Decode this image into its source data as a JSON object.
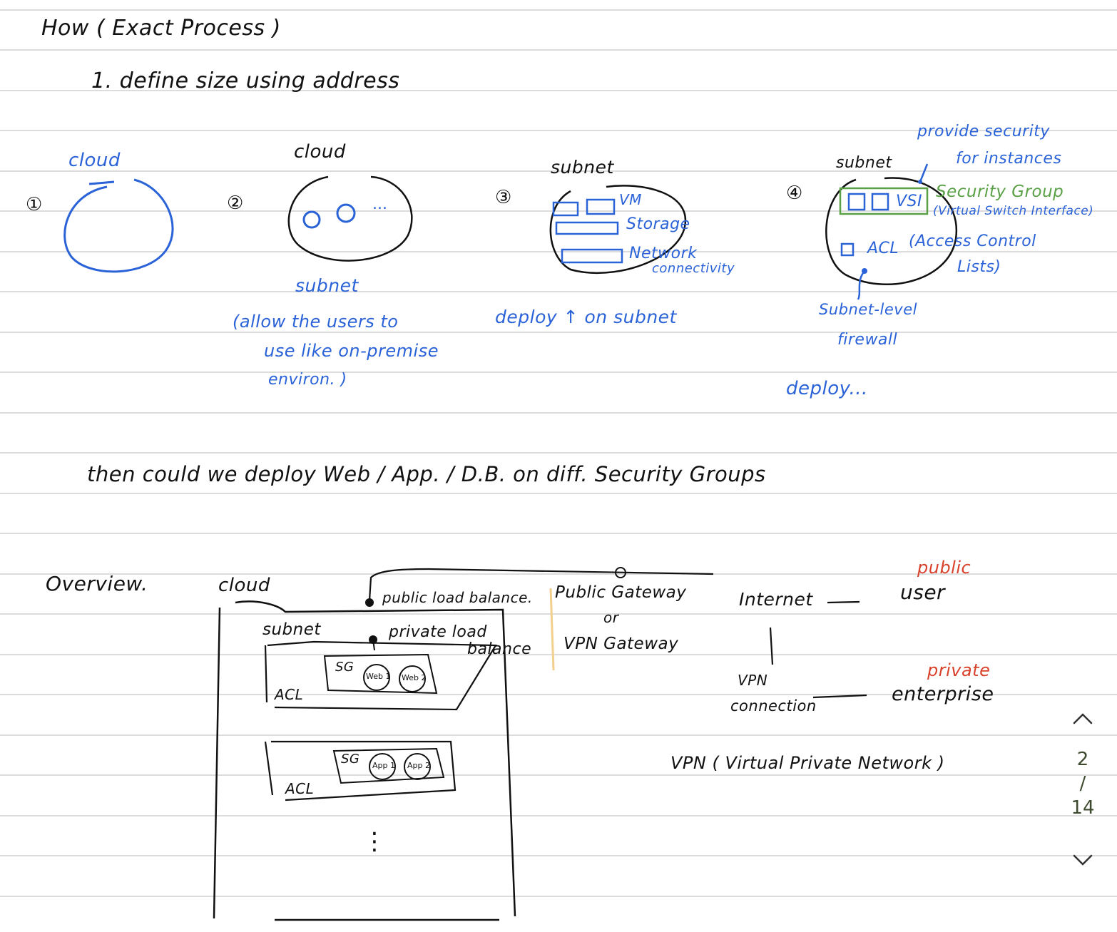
{
  "heading": "How ( Exact Process )",
  "step_title": "1. define size using address",
  "diagrams": {
    "d1": {
      "num": "①",
      "label": "cloud"
    },
    "d2": {
      "num": "②",
      "label": "cloud",
      "dots": "...",
      "sub": "subnet",
      "note": [
        "(allow the users to",
        "use like on-premise",
        "environ. )"
      ]
    },
    "d3": {
      "num": "③",
      "label": "subnet",
      "items": [
        "VM",
        "Storage",
        "Network",
        "connectivity"
      ],
      "note": "deploy ↑ on subnet"
    },
    "d4": {
      "num": "④",
      "label": "subnet",
      "vsi": "VSI",
      "provide": [
        "provide security",
        "for instances"
      ],
      "sg": "Security Group",
      "sg_sub": "(Virtual Switch Interface)",
      "acl": "ACL",
      "acl_full": [
        "(Access Control",
        "Lists)"
      ],
      "fw": [
        "Subnet-level",
        "firewall"
      ],
      "deploy": "deploy..."
    }
  },
  "sentence": "then could we deploy  Web / App. / D.B.  on diff.  Security Groups",
  "overview": {
    "title": "Overview.",
    "cloud": "cloud",
    "subnet": "subnet",
    "public_lb": "public load balance.",
    "private_lb": [
      "private load",
      "balance"
    ],
    "sg": "SG",
    "acl": "ACL",
    "web": [
      "Web 1",
      "Web 2"
    ],
    "app": [
      "App 1",
      "App 2"
    ],
    "vdots": "⋮",
    "gateway": [
      "Public Gateway",
      "or",
      "VPN Gateway"
    ],
    "internet": "Internet",
    "dash": "—",
    "public": "public",
    "user": "user",
    "vpn_conn": [
      "VPN",
      "connection"
    ],
    "private": "private",
    "enterprise": "enterprise",
    "vpn_full": "VPN ( Virtual Private Network )"
  },
  "pager": {
    "current": "2",
    "sep": "/",
    "total": "14",
    "up_icon": "chevron-up-icon",
    "down_icon": "chevron-down-icon"
  },
  "colors": {
    "ink": "#111111",
    "blue": "#2a62d8",
    "green": "#5aa046",
    "red": "#d9412b",
    "highlight": "#f2cf8c",
    "rule": "#c8c8c8"
  }
}
